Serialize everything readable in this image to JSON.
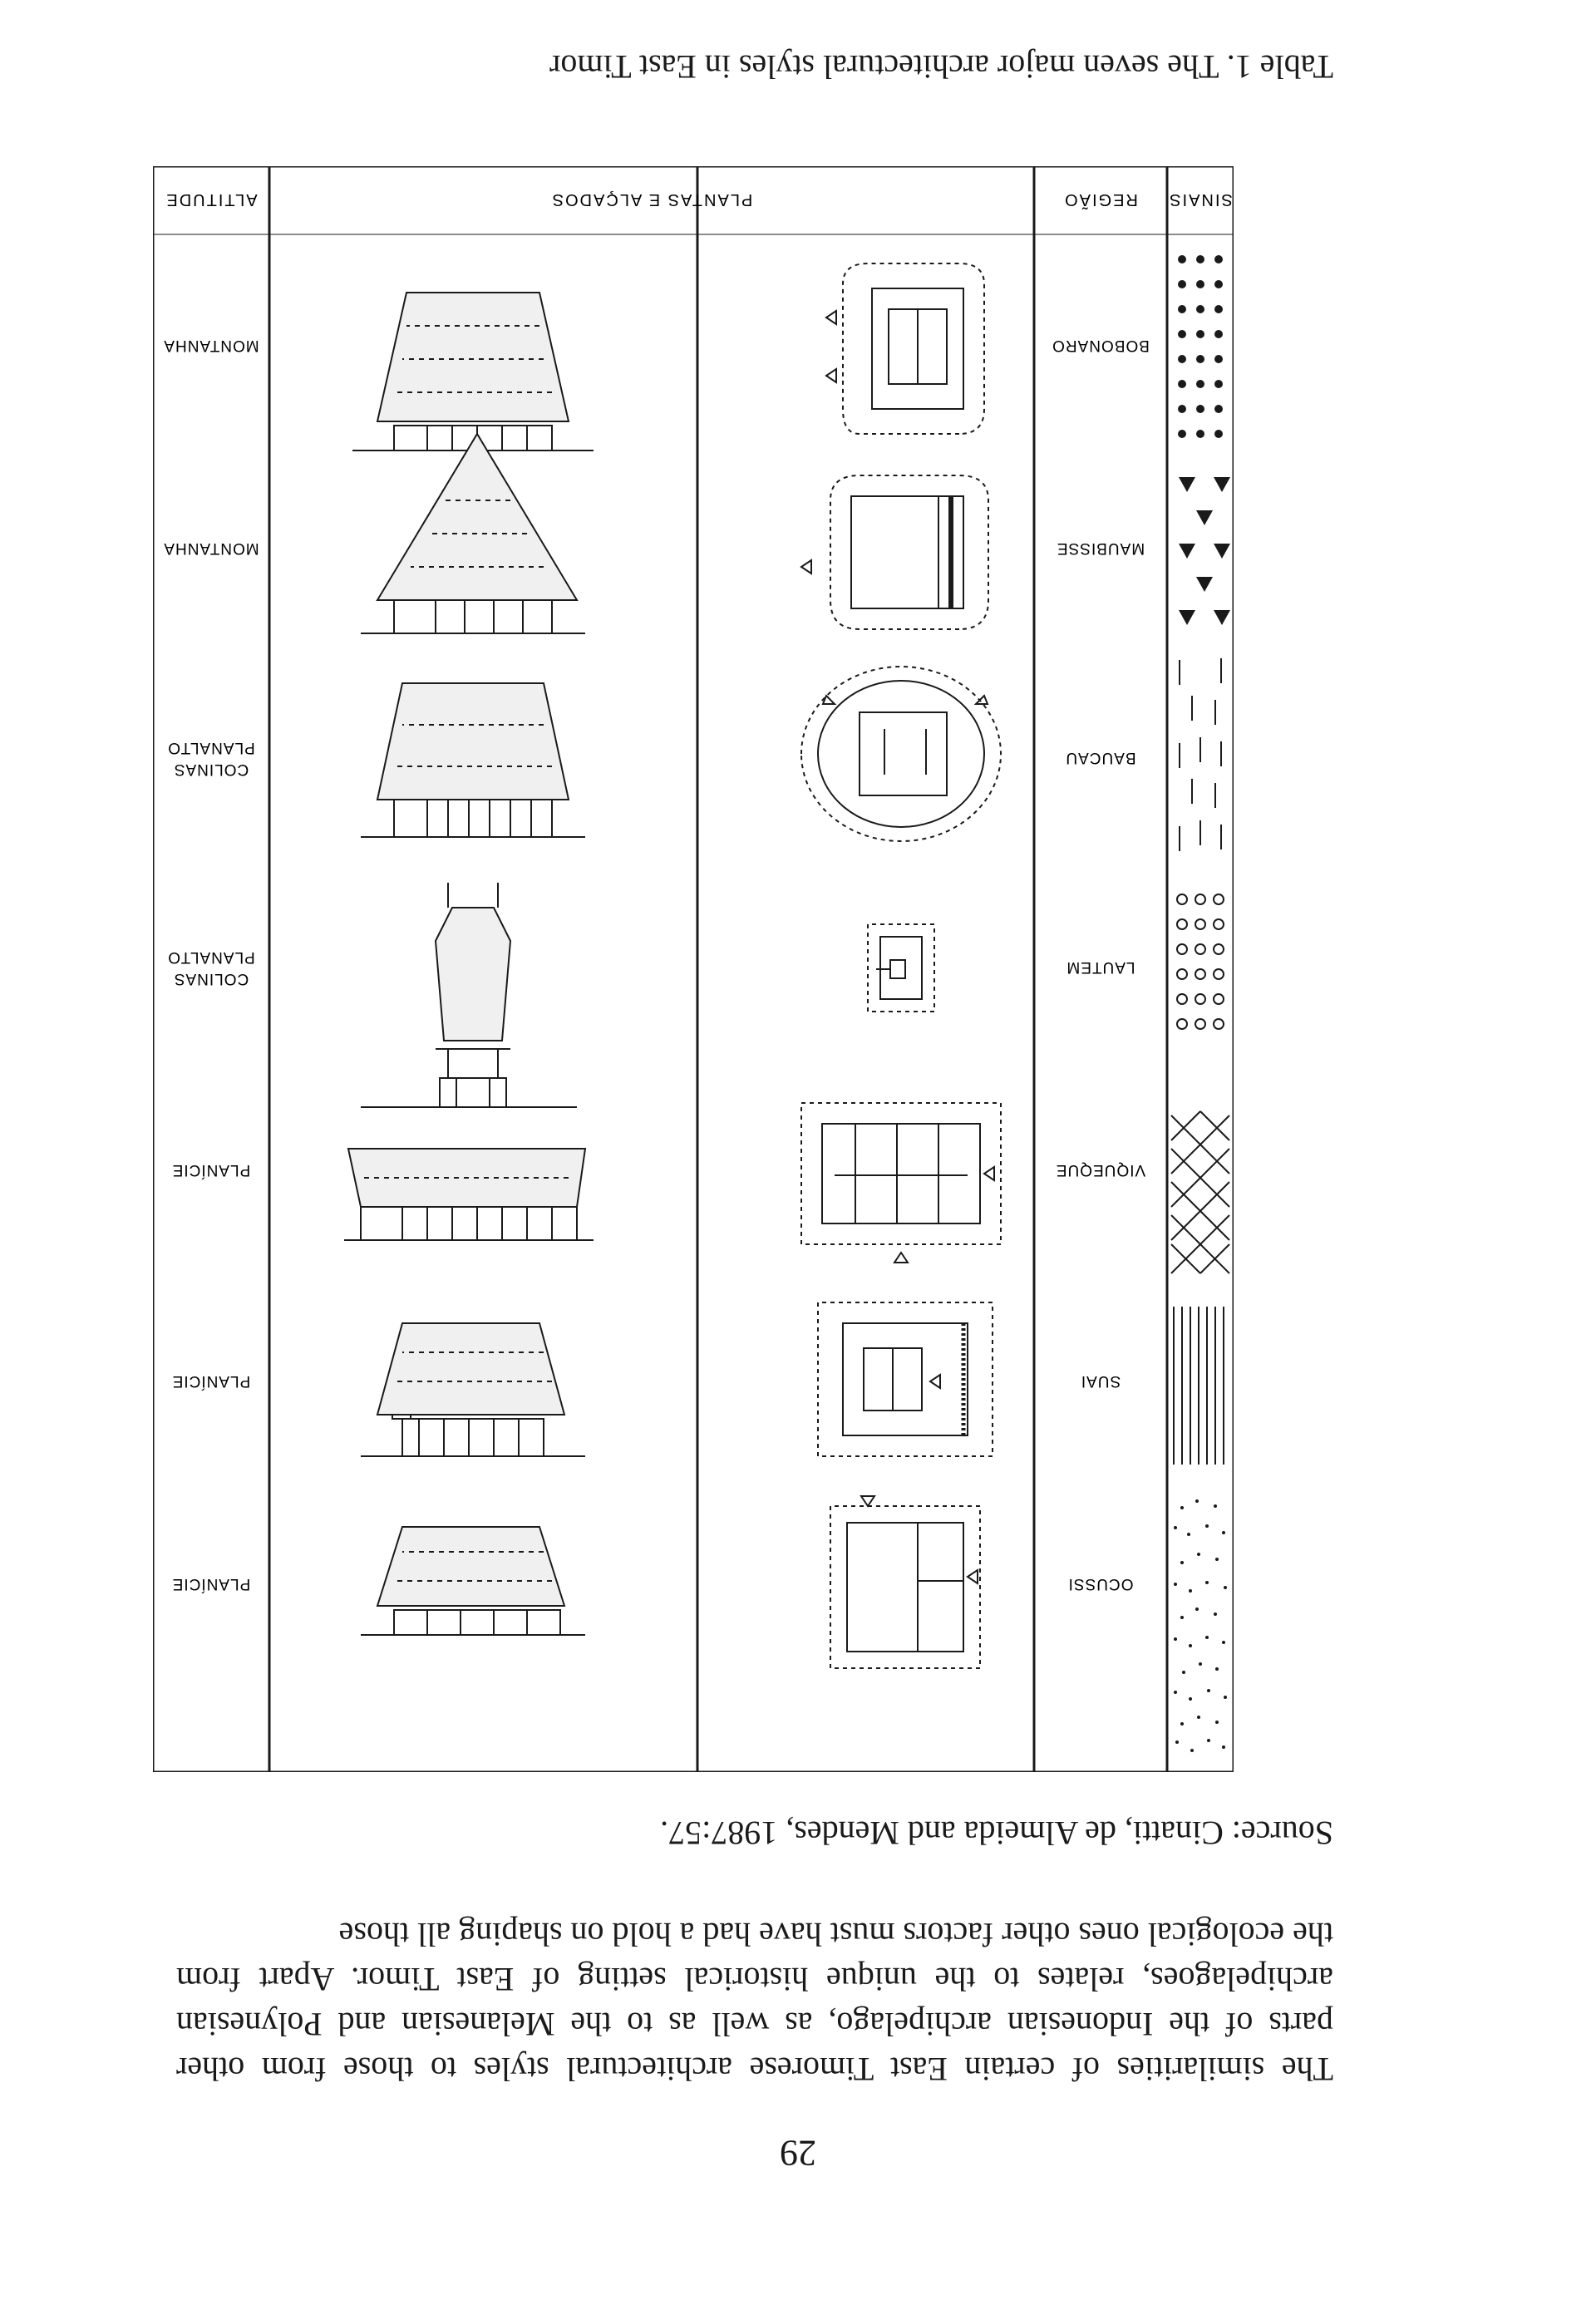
{
  "page_number": "29",
  "paragraph_lines": [
    "The similarities of certain East Timorese architectural styles to those from other",
    "parts of the Indonesian archipelago, as well as to the Melanesian and Polynesian",
    "archipelagoes, relates to the unique historical setting of East Timor. Apart from",
    "the ecological ones other factors must have had a hold on shaping all those"
  ],
  "source_line": "Source: Cinatti, de Almeida and Mendes, 1987:57.",
  "caption": "Table 1. The seven major architectural styles in East Timor",
  "table": {
    "headers": {
      "sinais": "SINAIS",
      "regiao": "REGIÃO",
      "plantas": "PLANTAS E ALÇADOS",
      "altitude": "ALTITUDE"
    },
    "rows": [
      {
        "region": "BOBONARO",
        "altitude": [
          "MONTANHA"
        ],
        "signal": "dots"
      },
      {
        "region": "MAUBISSE",
        "altitude": [
          "MONTANHA"
        ],
        "signal": "triangles"
      },
      {
        "region": "BAUCAU",
        "altitude": [
          "COLINAS",
          "PLANALTO"
        ],
        "signal": "dashes"
      },
      {
        "region": "LAUTEM",
        "altitude": [
          "COLINAS",
          "PLANALTO"
        ],
        "signal": "circles"
      },
      {
        "region": "VIQUEQUE",
        "altitude": [
          "PLANÍCIE"
        ],
        "signal": "crosshatch"
      },
      {
        "region": "SUAI",
        "altitude": [
          "PLANÍCIE"
        ],
        "signal": "lines"
      },
      {
        "region": "OCUSSI",
        "altitude": [
          "PLANÍCIE"
        ],
        "signal": "stipple"
      }
    ]
  }
}
